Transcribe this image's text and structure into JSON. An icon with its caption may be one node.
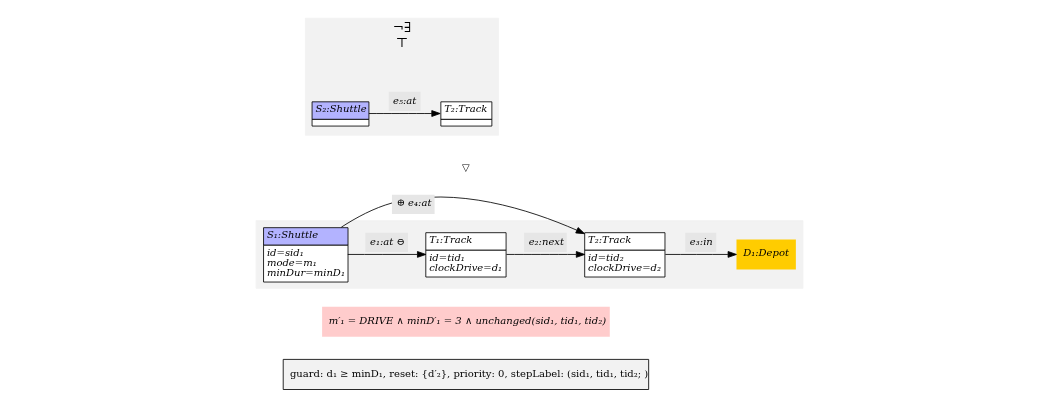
{
  "diagram": {
    "nodes": [
      {
        "text": [
          "¬∃",
          "⊤"
        ]
      },
      {
        "text": [
          "S₂:Shuttle"
        ],
        "in": 0
      },
      {
        "text": [
          "T₂:Track"
        ],
        "in": 0
      },
      {
        "text": [],
        "shape": "box"
      },
      {
        "text": [
          "S₁:Shuttle",
          "id=sid₁",
          "mode=m₁",
          "minDur=minD₁"
        ],
        "in": 3
      },
      {
        "text": [
          "T₁:Track",
          "id=tid₁",
          "clockDrive=d₁"
        ],
        "in": 3
      },
      {
        "text": [
          "T₂:Track",
          "id=tid₂",
          "clockDrive=d₂"
        ],
        "in": 3
      },
      {
        "text": [
          "D₁:Depot"
        ],
        "in": 3
      },
      {
        "text": [
          "m′₁ = DRIVE ∧ minD′₁ = 3 ∧ unchanged(sid₁, tid₁, tid₂)"
        ]
      },
      {
        "text": [
          "guard: d₁ ≥ minD₁, reset: {d′₂}, priority: 0, stepLabel: (sid₁, tid₁, tid₂; )"
        ]
      }
    ],
    "edges": [
      {
        "from": 1,
        "to": 2,
        "arrow": "to",
        "label": "e₅:at"
      },
      {
        "from": 4,
        "to": 5,
        "arrow": "to",
        "label": "e₁:at ⊖"
      },
      {
        "from": 5,
        "to": 6,
        "arrow": "to",
        "label": "e₂:next"
      },
      {
        "from": 6,
        "to": 7,
        "arrow": "to",
        "label": "e₃:in"
      },
      {
        "from": 4,
        "to": 6,
        "arrow": "to",
        "label": "⊕ e₄:at"
      }
    ],
    "labels": [
      "▽"
    ]
  }
}
